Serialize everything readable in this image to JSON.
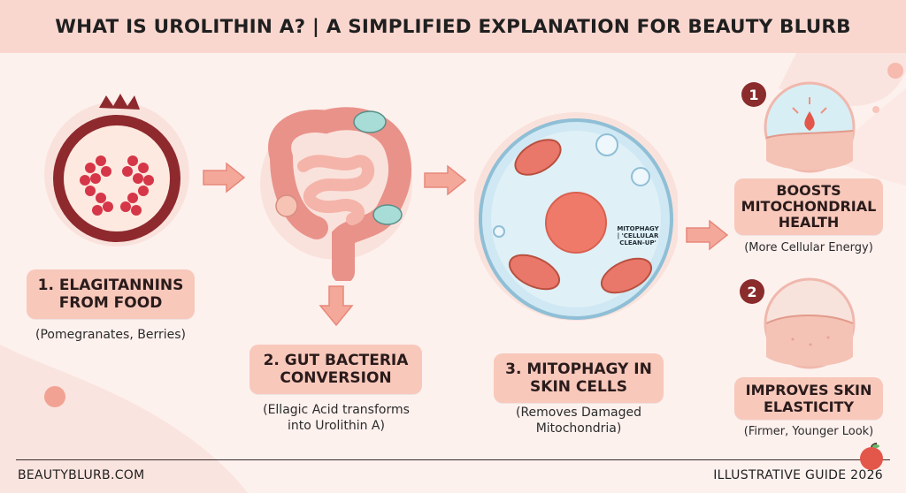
{
  "title": "WHAT IS UROLITHIN A? | A SIMPLIFIED EXPLANATION FOR BEAUTY BLURB",
  "steps": [
    {
      "label_line1": "1. ELAGITANNINS",
      "label_line2": "FROM FOOD",
      "note": "(Pomegranates, Berries)",
      "icon": "pomegranate-icon"
    },
    {
      "label_line1": "2. GUT BACTERIA",
      "label_line2": "CONVERSION",
      "note_line1": "(Ellagic Acid transforms",
      "note_line2": "into Urolithin A)",
      "icon": "intestine-icon"
    },
    {
      "label_line1": "3. MITOPHAGY IN",
      "label_line2": "SKIN CELLS",
      "note_line1": "(Removes Damaged",
      "note_line2": "Mitochondria)",
      "icon": "cell-icon",
      "cell_annotation_line1": "MITOPHAGY",
      "cell_annotation_line2": "| 'CELLULAR",
      "cell_annotation_line3": "CLEAN-UP'"
    }
  ],
  "benefits": [
    {
      "number": "1",
      "label_line1": "BOOSTS",
      "label_line2": "MITOCHONDRIAL",
      "label_line3": "HEALTH",
      "note": "(More Cellular Energy)",
      "icon": "skin-energy-icon"
    },
    {
      "number": "2",
      "label_line1": "IMPROVES SKIN",
      "label_line2": "ELASTICITY",
      "note": "(Firmer, Younger Look)",
      "icon": "skin-elastic-icon"
    }
  ],
  "footer": {
    "left": "BEAUTYBLURB.COM",
    "right": "ILLUSTRATIVE GUIDE 2026"
  },
  "colors": {
    "header_bg": "#f9d7cf",
    "page_bg": "#fdf1ee",
    "pill_bg": "#f8c8bb",
    "arrow": "#f3a89a",
    "badge": "#8a2c2c"
  }
}
